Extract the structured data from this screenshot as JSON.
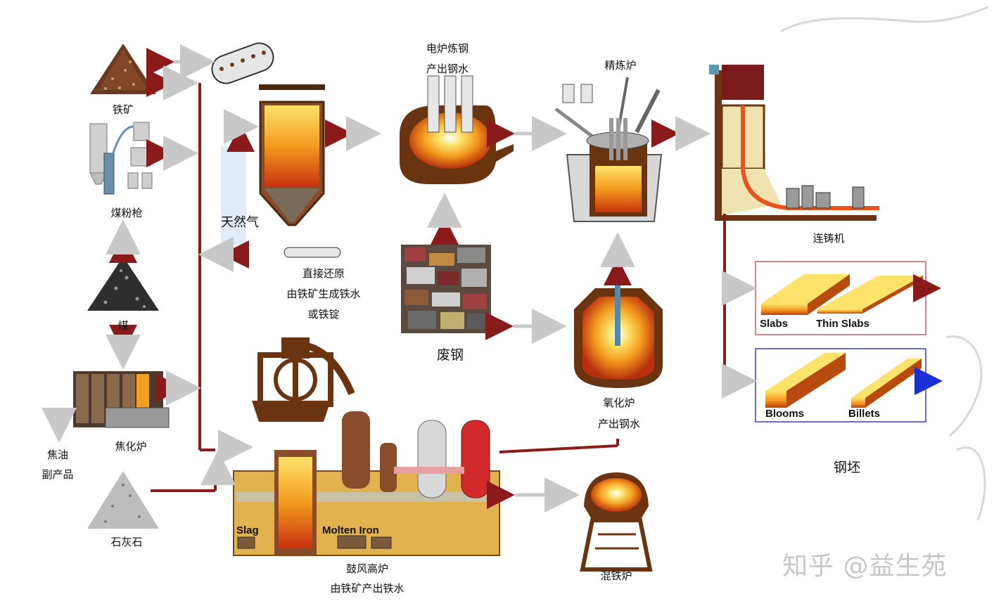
{
  "labels": {
    "iron_ore": "铁矿",
    "coal_gun": "煤粉枪",
    "coal": "煤",
    "coke_oven": "焦化炉",
    "tar": "焦油",
    "byproduct": "副产品",
    "limestone": "石灰石",
    "natural_gas": "天然气",
    "dri_1": "直接还原",
    "dri_2": "由铁矿生成铁水",
    "dri_3": "或铁锭",
    "eaf_1": "电炉炼钢",
    "eaf_2": "产出钢水",
    "scrap": "废钢",
    "refining": "精炼炉",
    "bof_1": "氧化炉",
    "bof_2": "产出钢水",
    "caster": "连铸机",
    "bf_1": "鼓风高炉",
    "bf_2": "由铁矿产出铁水",
    "mixer": "混铁炉",
    "billets_title": "钢坯",
    "slag": "Slag",
    "molten_iron": "Molten Iron",
    "slabs": "Slabs",
    "thin_slabs": "Thin Slabs",
    "blooms": "Blooms",
    "billets": "Billets"
  },
  "watermark": "知乎 @益生苑",
  "colors": {
    "flow_red": "#8b1a1a",
    "flow_gray": "#c8c8c8",
    "furnace_brown": "#6b3410",
    "molten_orange": "#f29a1f",
    "flat_box_border": "#c98a8a",
    "long_box_border": "#6a6ad8",
    "blue_arrow": "#1a2fd6"
  }
}
